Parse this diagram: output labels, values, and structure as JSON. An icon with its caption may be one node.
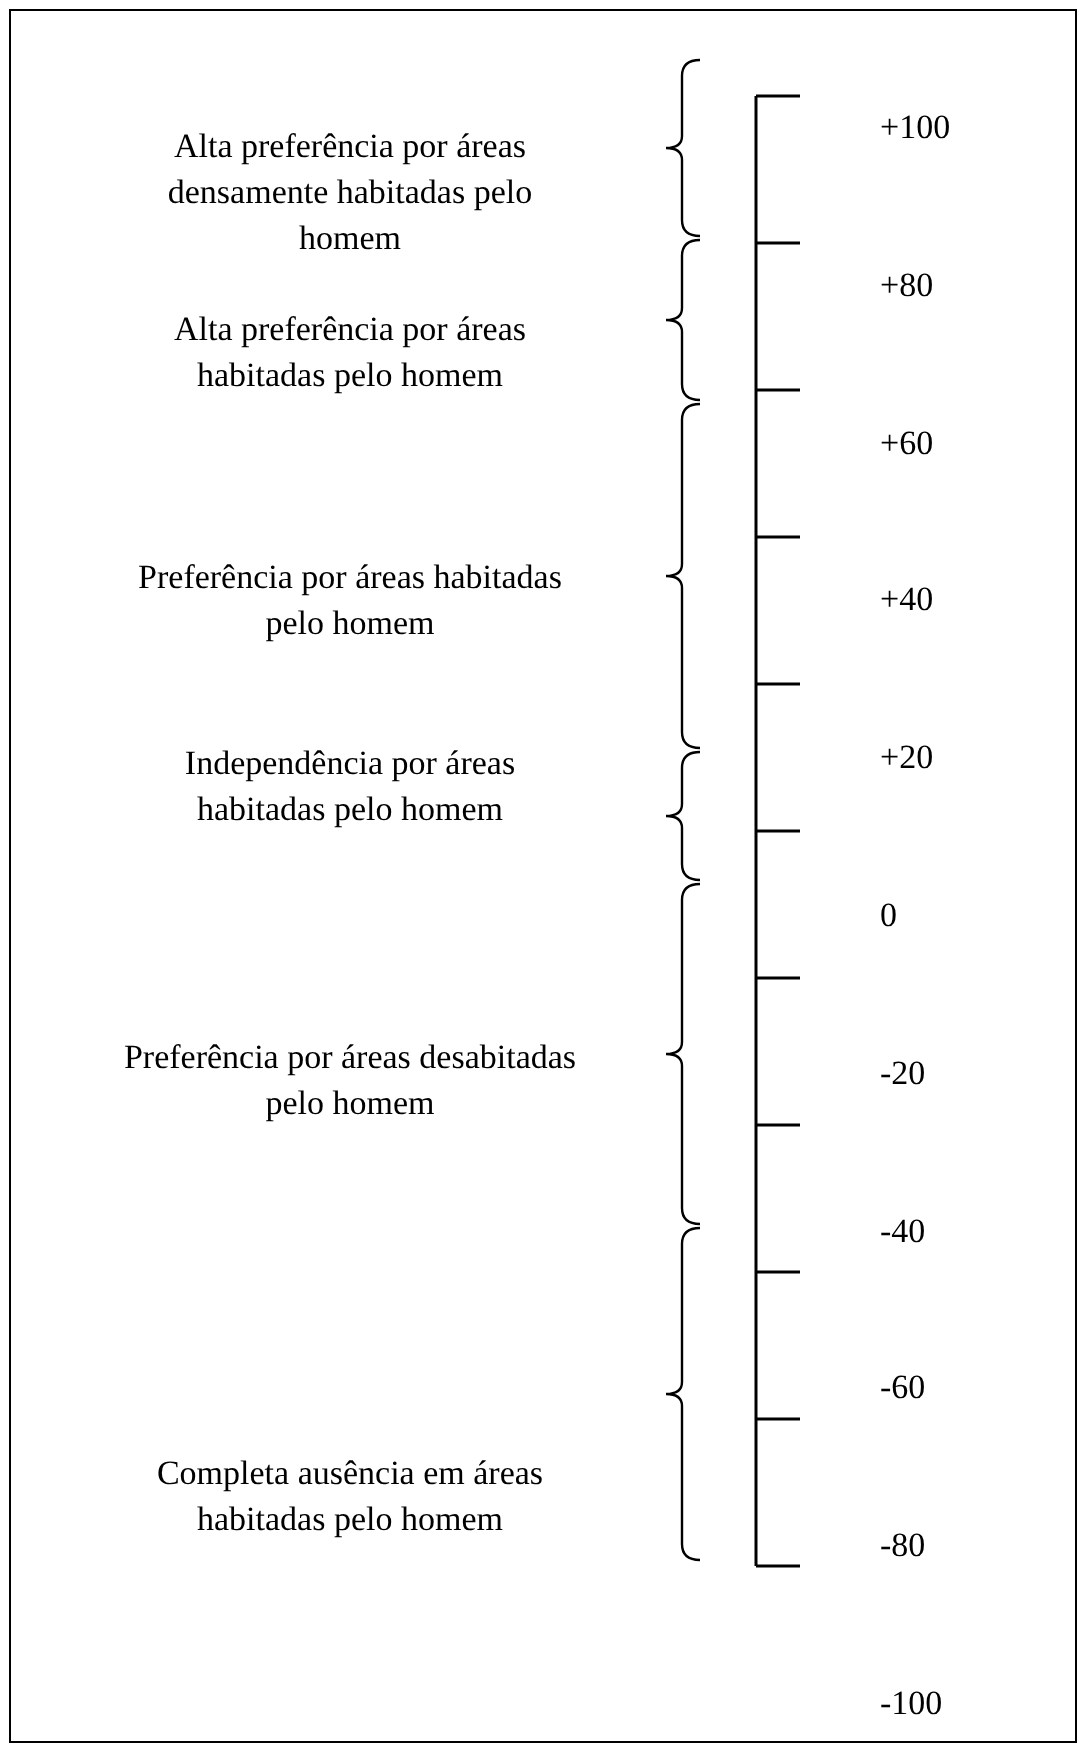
{
  "diagram": {
    "labels": [
      "Alta preferência por áreas densamente habitadas pelo homem",
      "Alta preferência por áreas habitadas pelo homem",
      "Preferência por áreas habitadas pelo homem",
      "Independência por áreas habitadas pelo homem",
      "Preferência por áreas desabitadas pelo homem",
      "Completa ausência em áreas habitadas pelo homem",
      "+100",
      "+80",
      "+60",
      "+40",
      "+20",
      "0",
      "-20",
      "-40",
      "-60",
      "-80",
      "-100"
    ]
  }
}
